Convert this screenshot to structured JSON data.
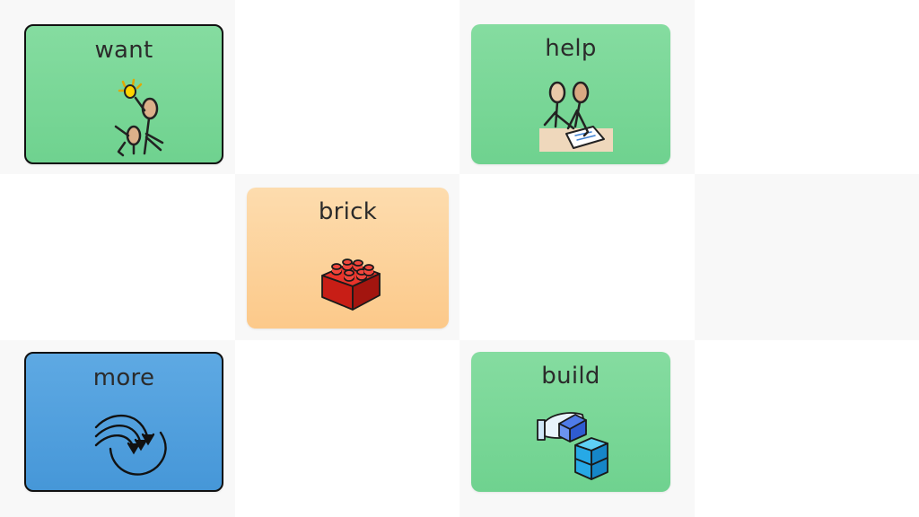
{
  "board": {
    "cards": [
      {
        "id": "want",
        "label": "want",
        "symbol": "want-symbol-icon",
        "color_top": "#85dca0",
        "color_bottom": "#6fd28f",
        "selected": true
      },
      {
        "id": "help",
        "label": "help",
        "symbol": "help-symbol-icon",
        "color_top": "#85dca0",
        "color_bottom": "#6fd28f",
        "selected": false
      },
      {
        "id": "brick",
        "label": "brick",
        "symbol": "brick-symbol-icon",
        "color_top": "#fddcae",
        "color_bottom": "#fcc98a",
        "selected": false
      },
      {
        "id": "more",
        "label": "more",
        "symbol": "more-symbol-icon",
        "color_top": "#5ea9e3",
        "color_bottom": "#4697d8",
        "selected": true
      },
      {
        "id": "build",
        "label": "build",
        "symbol": "build-symbol-icon",
        "color_top": "#85dca0",
        "color_bottom": "#6fd28f",
        "selected": false
      }
    ]
  }
}
